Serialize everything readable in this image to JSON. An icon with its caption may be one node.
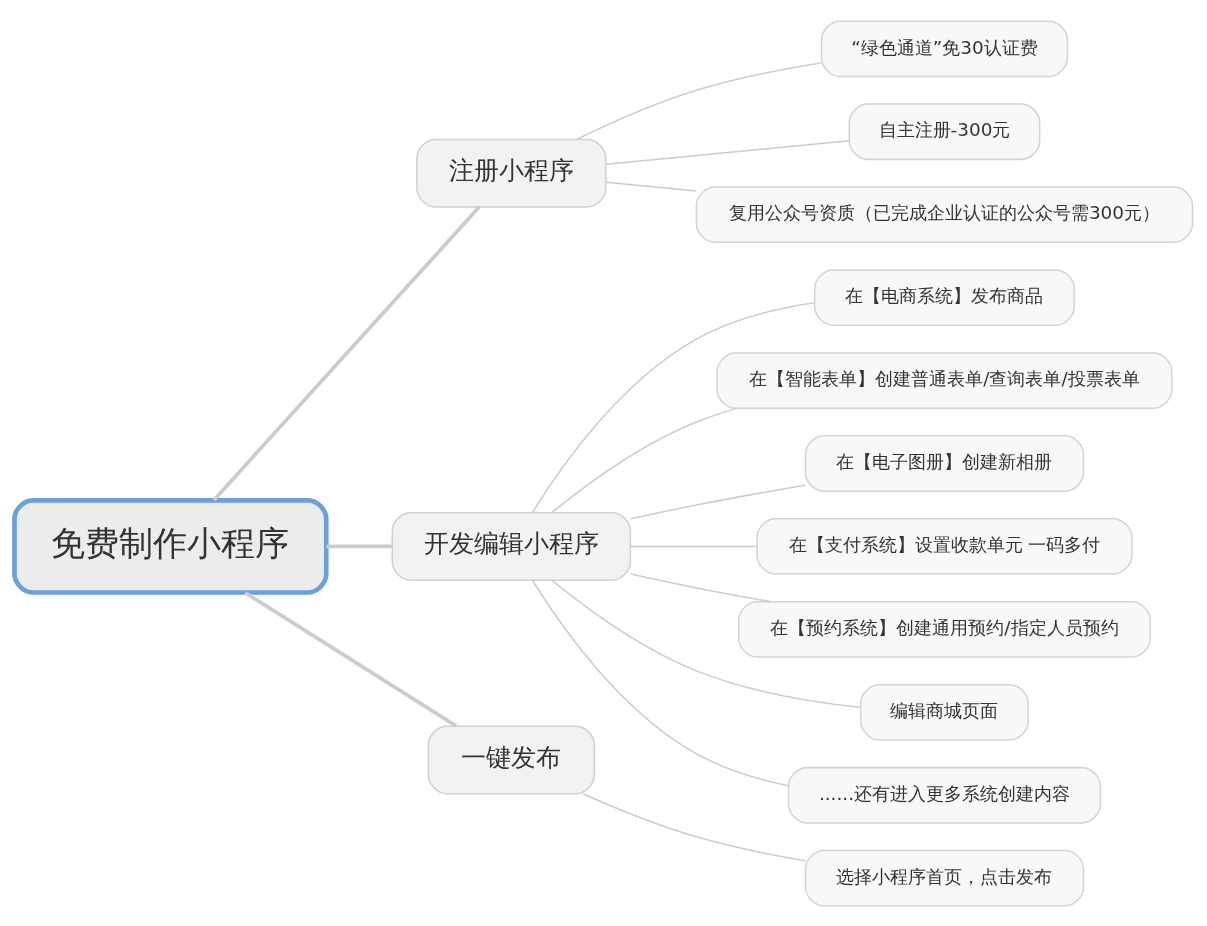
{
  "diagram": {
    "nodes": [
      {
        "text": [
          "免费制作小程序"
        ]
      },
      {
        "text": [
          "注册小程序"
        ]
      },
      {
        "text": [
          "“绿色通道”免30认证费"
        ]
      },
      {
        "text": [
          "自主注册-300元"
        ]
      },
      {
        "text": [
          "复用公众号资质（已完成企业认证的公众号需300元）"
        ]
      },
      {
        "text": [
          "开发编辑小程序"
        ]
      },
      {
        "text": [
          "在【电商系统】发布商品"
        ]
      },
      {
        "text": [
          "在【智能表单】创建普通表单/查询表单/投票表单"
        ]
      },
      {
        "text": [
          "在【电子图册】创建新相册"
        ]
      },
      {
        "text": [
          "在【支付系统】设置收款单元 一码多付"
        ]
      },
      {
        "text": [
          "在【预约系统】创建通用预约/指定人员预约"
        ]
      },
      {
        "text": [
          "编辑商城页面"
        ]
      },
      {
        "text": [
          "......还有进入更多系统创建内容"
        ]
      },
      {
        "text": [
          "一键发布"
        ]
      },
      {
        "text": [
          "选择小程序首页，点击发布"
        ]
      }
    ],
    "edges": [
      {
        "from": 0,
        "to": 1,
        "arrow": "none",
        "style": "thick"
      },
      {
        "from": 0,
        "to": 5,
        "arrow": "none",
        "style": "thick"
      },
      {
        "from": 0,
        "to": 13,
        "arrow": "none",
        "style": "thick"
      },
      {
        "from": 1,
        "to": 2,
        "arrow": "none"
      },
      {
        "from": 1,
        "to": 3,
        "arrow": "none"
      },
      {
        "from": 1,
        "to": 4,
        "arrow": "none"
      },
      {
        "from": 5,
        "to": 6,
        "arrow": "none"
      },
      {
        "from": 5,
        "to": 7,
        "arrow": "none"
      },
      {
        "from": 5,
        "to": 8,
        "arrow": "none"
      },
      {
        "from": 5,
        "to": 9,
        "arrow": "none"
      },
      {
        "from": 5,
        "to": 10,
        "arrow": "none"
      },
      {
        "from": 5,
        "to": 11,
        "arrow": "none"
      },
      {
        "from": 5,
        "to": 12,
        "arrow": "none"
      },
      {
        "from": 13,
        "to": 14,
        "arrow": "none"
      }
    ]
  }
}
